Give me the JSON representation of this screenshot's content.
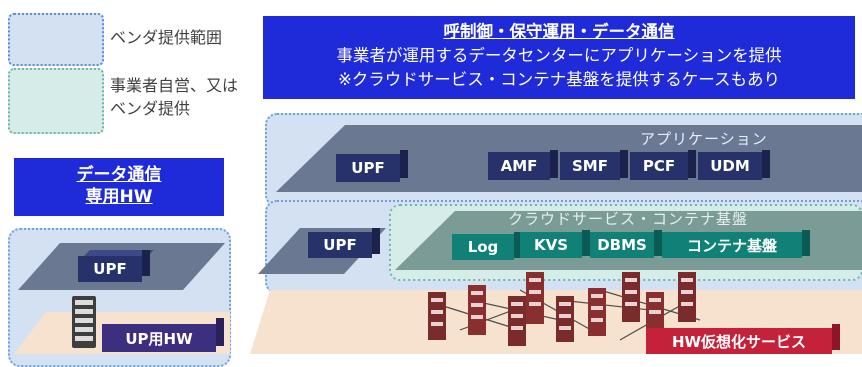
{
  "legend": {
    "vendor_label": "ベンダ提供範囲",
    "operator_label_line1": "事業者自営、又は",
    "operator_label_line2": "ベンダ提供"
  },
  "banner": {
    "title": "呼制御・保守運用・データ通信",
    "line2": "事業者が運用するデータセンターにアプリケーションを提供",
    "line3": "※クラウドサービス・コンテナ基盤を提供するケースもあり"
  },
  "left": {
    "title_line1": "データ通信",
    "title_line2": "専用HW",
    "upf": "UPF",
    "hw": "UP用HW"
  },
  "app_layer": {
    "label": "アプリケーション",
    "upf": "UPF",
    "functions": [
      "AMF",
      "SMF",
      "PCF",
      "UDM"
    ]
  },
  "cloud_layer": {
    "label": "クラウドサービス・コンテナ基盤",
    "upf": "UPF",
    "services": [
      "Log",
      "KVS",
      "DBMS",
      "コンテナ基盤"
    ]
  },
  "hw_layer": {
    "label": "HW仮想化サービス"
  },
  "colors": {
    "banner_blue": "#1f2bd9",
    "vendor_fill": "#d3e1f3",
    "operator_fill": "#d6ece8",
    "dark_plane": "#6a7892",
    "teal_plane": "#7b9b96",
    "teal_box": "#118077",
    "navy_box": "#27326a",
    "purple_box": "#3d2f80",
    "red_box": "#c4213a",
    "hw_plane": "#f7e2cf"
  }
}
